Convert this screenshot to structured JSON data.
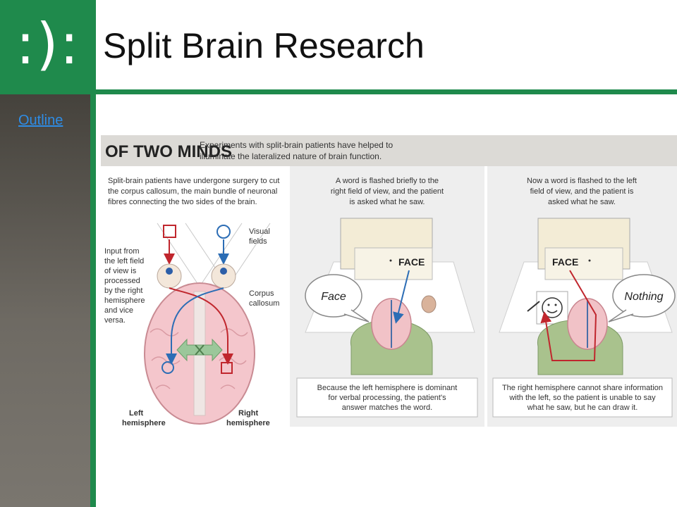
{
  "logo": {
    "text": ":):"
  },
  "sidebar": {
    "outline_link": "Outline"
  },
  "slide": {
    "title": "Split Brain Research"
  },
  "figure": {
    "heading": "OF TWO MINDS",
    "intro_line1": "Experiments with split-brain patients have helped to",
    "intro_line2": "illuminate the lateralized nature of brain function.",
    "panel1": {
      "desc_line1": "Split-brain patients have undergone surgery to cut",
      "desc_line2": "the corpus callosum, the main bundle of neuronal",
      "desc_line3": "fibres connecting the two sides of the brain.",
      "visual_fields_1": "Visual",
      "visual_fields_2": "fields",
      "input_1": "Input from",
      "input_2": "the left field",
      "input_3": "of view is",
      "input_4": "processed",
      "input_5": "by the right",
      "input_6": "hemisphere",
      "input_7": "and vice",
      "input_8": "versa.",
      "corpus_1": "Corpus",
      "corpus_2": "callosum",
      "left_1": "Left",
      "left_2": "hemisphere",
      "right_1": "Right",
      "right_2": "hemisphere"
    },
    "panel2": {
      "caption_line1": "A word is flashed briefly to the",
      "caption_line2": "right field of view, and the patient",
      "caption_line3": "is asked what he saw.",
      "screen_word": "FACE",
      "speech": "Face",
      "bottom_line1": "Because the left hemisphere is dominant",
      "bottom_line2": "for verbal processing, the patient's",
      "bottom_line3": "answer matches the word."
    },
    "panel3": {
      "caption_line1": "Now a word is flashed to the left",
      "caption_line2": "field of view, and the patient is",
      "caption_line3": "asked what he saw.",
      "screen_word": "FACE",
      "speech": "Nothing",
      "bottom_line1": "The right hemisphere cannot share information",
      "bottom_line2": "with the left, so the patient is unable to say",
      "bottom_line3": "what he saw, but he can draw it."
    }
  },
  "colors": {
    "accent_green": "#1f8a4c",
    "red_path": "#c0262d",
    "blue_path": "#2c6db5",
    "link_blue": "#2e8de6"
  }
}
